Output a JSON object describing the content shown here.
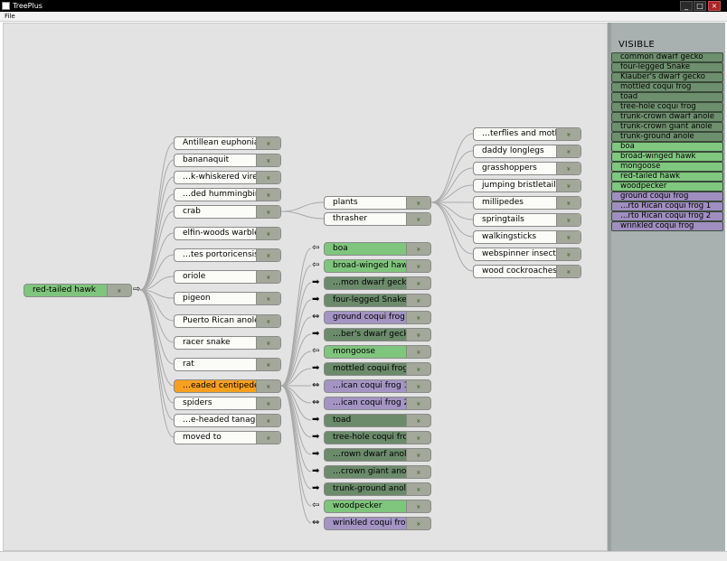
{
  "window": {
    "title": "TreePlus",
    "buttons": [
      "_",
      "□",
      "×"
    ]
  },
  "menu": {
    "file": "File"
  },
  "expand_glyph": "»",
  "arrows": {
    "out": "⇨",
    "in": "⇦",
    "right": "➡",
    "both": "⇔"
  },
  "root": {
    "label": "red-tailed hawk"
  },
  "prey": [
    "Antillean euphonia",
    "bananaquit",
    "…k-whiskered vireo",
    "…ded hummingbird",
    "crab",
    "elfin-woods warbler",
    "…tes portoricensis",
    "oriole",
    "pigeon",
    "Puerto Rican anole",
    "racer snake",
    "rat",
    "…eaded centipede",
    "spiders",
    "…e-headed tanager",
    "moved to"
  ],
  "crab_children": [
    "plants",
    "thrasher"
  ],
  "plants_children": [
    "…terflies and moths",
    "daddy longlegs",
    "grasshoppers",
    "jumping bristletails",
    "millipedes",
    "springtails",
    "walkingsticks",
    "webspinner insects",
    "wood cockroaches"
  ],
  "centipede_children": [
    {
      "label": "boa",
      "color": "green",
      "arrow": "in"
    },
    {
      "label": "broad-winged hawk",
      "color": "green",
      "arrow": "in"
    },
    {
      "label": "…mon dwarf gecko",
      "color": "dark",
      "arrow": "right"
    },
    {
      "label": "four-legged Snake",
      "color": "dark",
      "arrow": "right"
    },
    {
      "label": "ground coqui frog",
      "color": "purple",
      "arrow": "both"
    },
    {
      "label": "…ber's dwarf gecko",
      "color": "dark",
      "arrow": "right"
    },
    {
      "label": "mongoose",
      "color": "green",
      "arrow": "in"
    },
    {
      "label": "mottled coqui frog",
      "color": "dark",
      "arrow": "right"
    },
    {
      "label": "…ican coqui frog 1",
      "color": "purple",
      "arrow": "both"
    },
    {
      "label": "…ican coqui frog 2",
      "color": "purple",
      "arrow": "both"
    },
    {
      "label": "toad",
      "color": "dark",
      "arrow": "right"
    },
    {
      "label": "tree-hole coqui frog",
      "color": "dark",
      "arrow": "right"
    },
    {
      "label": "…rown dwarf anole",
      "color": "dark",
      "arrow": "right"
    },
    {
      "label": "…crown giant anole",
      "color": "dark",
      "arrow": "right"
    },
    {
      "label": "trunk-ground anole",
      "color": "dark",
      "arrow": "right"
    },
    {
      "label": "woodpecker",
      "color": "green",
      "arrow": "in"
    },
    {
      "label": "wrinkled coqui frog",
      "color": "purple",
      "arrow": "both"
    }
  ],
  "visible": {
    "title": "VISIBLE",
    "items": [
      {
        "label": "common dwarf gecko",
        "color": "dark"
      },
      {
        "label": "four-legged Snake",
        "color": "dark"
      },
      {
        "label": "Klauber's dwarf gecko",
        "color": "dark"
      },
      {
        "label": "mottled coqui frog",
        "color": "dark"
      },
      {
        "label": "toad",
        "color": "dark"
      },
      {
        "label": "tree-hole coqui frog",
        "color": "dark"
      },
      {
        "label": "trunk-crown dwarf anole",
        "color": "dark"
      },
      {
        "label": "trunk-crown giant anole",
        "color": "dark"
      },
      {
        "label": "trunk-ground anole",
        "color": "dark"
      },
      {
        "label": "boa",
        "color": "light"
      },
      {
        "label": "broad-winged hawk",
        "color": "light"
      },
      {
        "label": "mongoose",
        "color": "light"
      },
      {
        "label": "red-tailed hawk",
        "color": "light"
      },
      {
        "label": "woodpecker",
        "color": "light"
      },
      {
        "label": "ground coqui frog",
        "color": "purple"
      },
      {
        "label": "…rto Rican coqui frog 1",
        "color": "purple"
      },
      {
        "label": "…rto Rican coqui frog 2",
        "color": "purple"
      },
      {
        "label": "wrinkled coqui frog",
        "color": "purple"
      }
    ]
  },
  "colors": {
    "node_white": "#fbfbf8",
    "node_green": "#7fc57d",
    "node_dark": "#6b8b6b",
    "node_purple": "#a394c3",
    "node_orange": "#f7a01f",
    "link": "#a9a9a9"
  }
}
